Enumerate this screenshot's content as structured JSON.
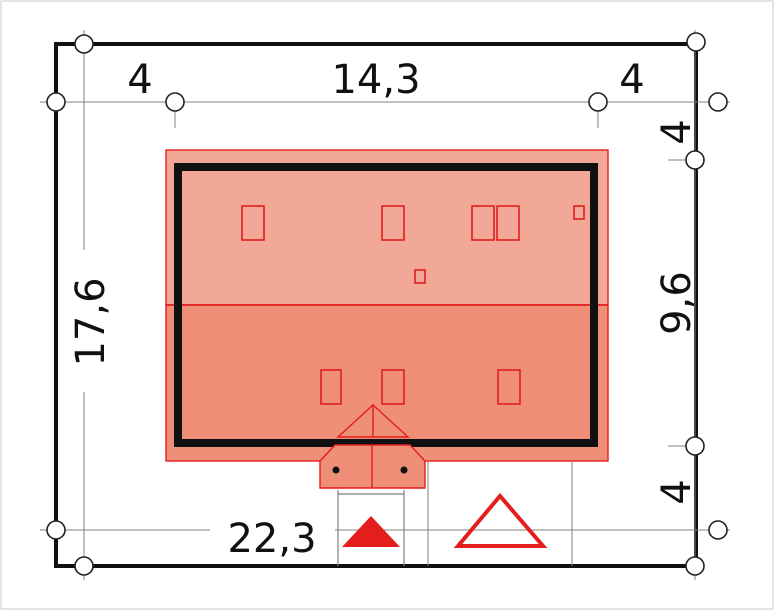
{
  "dimensions": {
    "top_left": "4",
    "top_center": "14,3",
    "top_right": "4",
    "left": "17,6",
    "right_top": "4",
    "right_middle": "9,6",
    "right_bottom": "4",
    "bottom": "22,3"
  },
  "colors": {
    "roof_top": "#f2a896",
    "roof_bottom": "#ef8f78",
    "roof_edge": "#e41d1d",
    "wall": "#111111",
    "accent": "#e41d1d"
  },
  "symbols": {
    "entrance": "filled-triangle",
    "north": "outline-triangle"
  }
}
